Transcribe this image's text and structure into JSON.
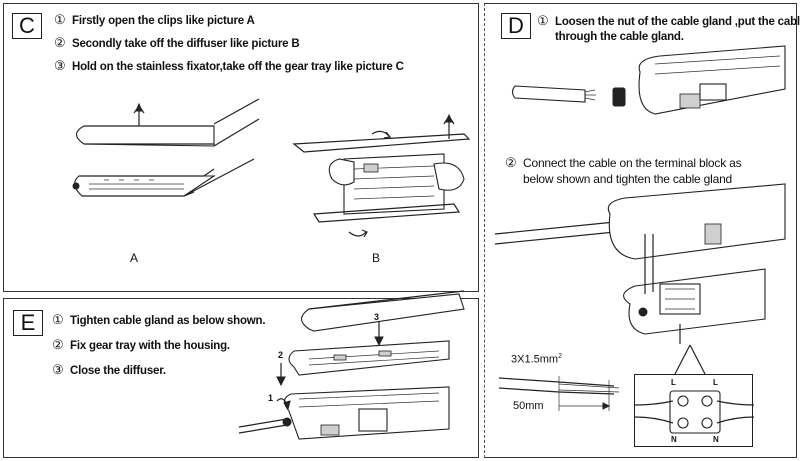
{
  "panel_c": {
    "letter": "C",
    "steps": [
      {
        "num": "①",
        "text": "Firstly open the clips like picture A"
      },
      {
        "num": "②",
        "text": "Secondly take off the diffuser like picture B"
      },
      {
        "num": "③",
        "text": "Hold on the stainless fixator,take off the gear tray like picture C"
      }
    ],
    "figure_labels": [
      "A",
      "B"
    ]
  },
  "panel_e": {
    "letter": "E",
    "steps": [
      {
        "num": "①",
        "text": "Tighten cable gland as below shown."
      },
      {
        "num": "②",
        "text": "Fix gear tray with the housing."
      },
      {
        "num": "③",
        "text": "Close the diffuser."
      }
    ],
    "callouts": [
      "3",
      "2",
      "1"
    ]
  },
  "panel_d": {
    "letter": "D",
    "step1": {
      "num": "①",
      "line1": "Loosen the nut of the cable gland ,put the cable",
      "line2": "through the cable gland."
    },
    "step2": {
      "num": "②",
      "line1": "Connect the cable on the terminal block as",
      "line2": "below shown  and tighten the cable gland"
    },
    "cable_spec": "3X1.5mm",
    "cable_spec_sup": "2",
    "strip_length": "50mm",
    "terminal_labels": {
      "top_left": "L",
      "top_right": "L",
      "bottom_left": "N",
      "bottom_right": "N"
    }
  }
}
